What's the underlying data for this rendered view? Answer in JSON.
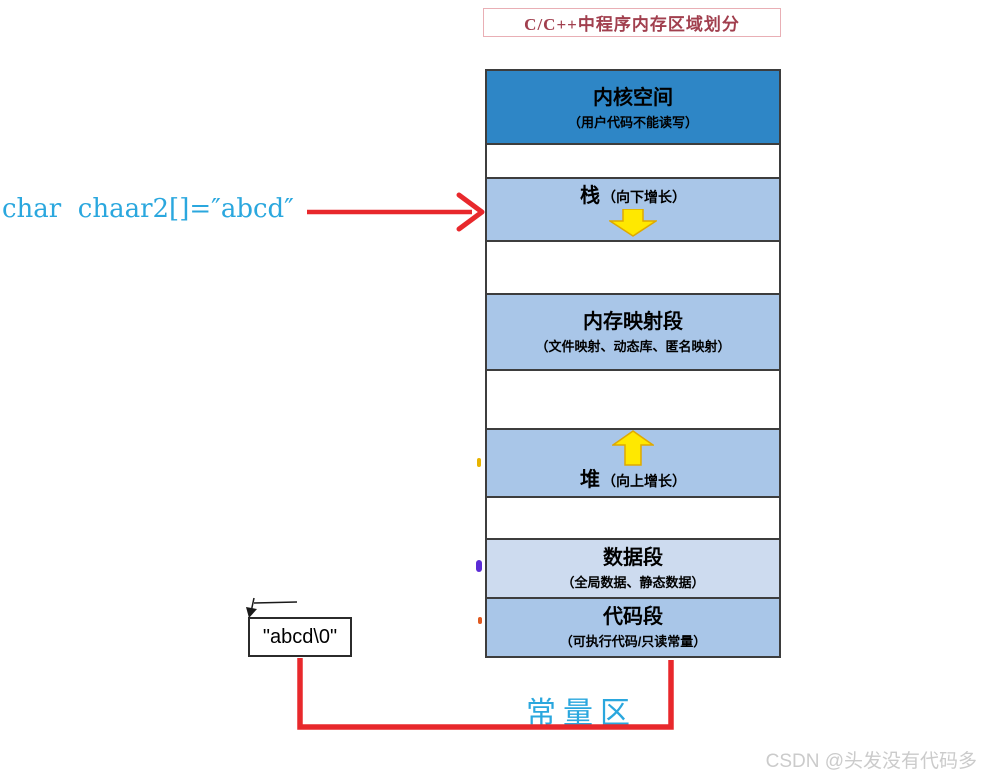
{
  "title": "C/C++中程序内存区域划分",
  "segments": [
    {
      "id": "kernel-space",
      "title": "内核空间",
      "subtitle": "（用户代码不能读写）"
    },
    {
      "id": "stack",
      "title": "栈",
      "note": "（向下增长）",
      "arrow": "down"
    },
    {
      "id": "memory-mapped",
      "title": "内存映射段",
      "subtitle": "（文件映射、动态库、匿名映射）"
    },
    {
      "id": "heap",
      "title": "堆",
      "note": "（向上增长）",
      "arrow": "up"
    },
    {
      "id": "data-segment",
      "title": "数据段",
      "subtitle": "（全局数据、静态数据）"
    },
    {
      "id": "code-segment",
      "title": "代码段",
      "subtitle": "（可执行代码/只读常量）"
    }
  ],
  "annotations": {
    "code_line": "char  chaar2[]=″abcd″",
    "string_literal": "\"abcd\\0\"",
    "constant_region_label": "常量区"
  },
  "watermark": "CSDN @头发没有代码多",
  "colors": {
    "kernel_block": "#2e86c6",
    "segment_block": "#a9c6e8",
    "data_block": "#cddbef",
    "block_border": "#3d3d3d",
    "arrow_fill": "#ffe800",
    "arrow_stroke": "#dfa900",
    "red_connector": "#e8282c",
    "annotation_blue": "#2aa7de",
    "title_text": "#a13f4e",
    "title_border": "#e9afb5",
    "watermark_gray": "#cbcbcb"
  }
}
